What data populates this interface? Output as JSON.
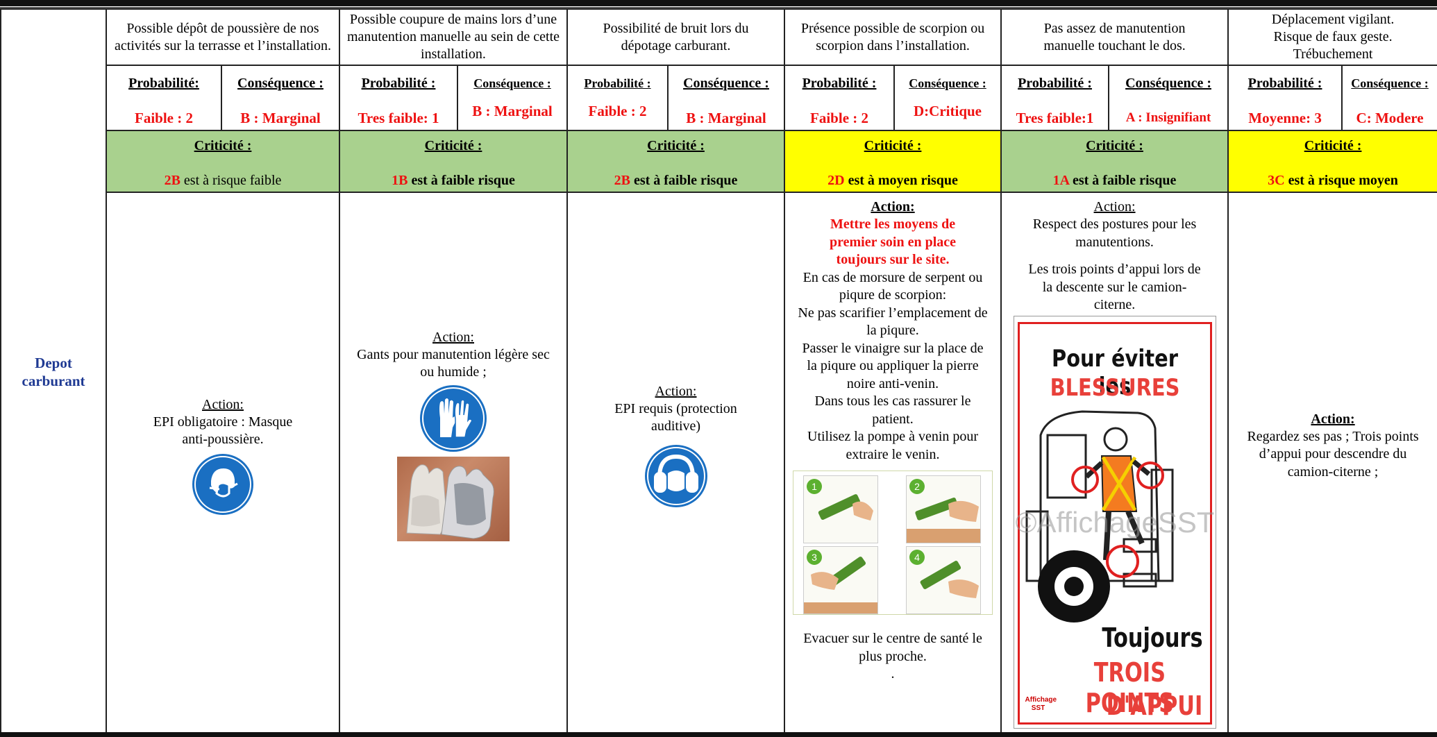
{
  "row_label": "Depot\ncarburant",
  "columns": [
    {
      "hazard": "Possible dépôt de poussière de nos activités sur la terrasse et l’installation.",
      "probability_label": "Probabilité:",
      "probability_value": "Faible : 2",
      "consequence_label": "Conséquence :",
      "consequence_value": "B : Marginal",
      "criticality_label": "Criticité :",
      "criticality_code": "2B",
      "criticality_text": " est à risque faible",
      "criticality_color": "#a9d18e",
      "action_title": "Action:",
      "action_text": "EPI obligatoire : Masque anti-poussière.",
      "icon": "dust-mask-icon"
    },
    {
      "hazard": "Possible coupure de mains lors d’une manutention manuelle au sein de cette installation.",
      "probability_label": "Probabilité :",
      "probability_value": "Tres faible: 1",
      "consequence_label": "Conséquence :",
      "consequence_value": "B : Marginal",
      "criticality_label": "Criticité :",
      "criticality_code": "1B",
      "criticality_text": " est à faible risque",
      "criticality_color": "#a9d18e",
      "action_title": "Action:",
      "action_text": "Gants pour manutention légère sec ou humide ;",
      "icon": "gloves-icon"
    },
    {
      "hazard": "Possibilité de bruit lors du dépotage carburant.",
      "probability_label": "Probabilité :",
      "probability_value": "Faible : 2",
      "consequence_label": "Conséquence :",
      "consequence_value": "B : Marginal",
      "criticality_label": "Criticité :",
      "criticality_code": "2B",
      "criticality_text": " est à faible risque",
      "criticality_color": "#a9d18e",
      "action_title": "Action:",
      "action_text": "EPI requis (protection auditive)",
      "icon": "ear-protection-icon"
    },
    {
      "hazard": "Présence possible de scorpion ou scorpion dans l’installation.",
      "probability_label": "Probabilité :",
      "probability_value": "Faible : 2",
      "consequence_label": "Conséquence :",
      "consequence_value": "D:Critique",
      "criticality_label": "Criticité :",
      "criticality_code": "2D",
      "criticality_text": " est à moyen risque",
      "criticality_color": "#ffff00",
      "action_title": "Action:",
      "action_highlight": "Mettre les moyens de premier soin en place toujours sur le site.",
      "action_lines": [
        "En cas de morsure de serpent ou piqure de scorpion:",
        "Ne pas scarifier l’emplacement de la piqure.",
        "Passer le vinaigre sur la place de la piqure ou appliquer la pierre noire anti-venin.",
        "Dans tous les cas rassurer le patient.",
        "Utilisez la pompe à venin pour extraire le venin."
      ],
      "pump_steps": [
        "1",
        "2",
        "3",
        "4"
      ],
      "action_footer": "Evacuer sur le centre de santé le plus proche.",
      "action_footer_dot": "."
    },
    {
      "hazard": "Pas assez de manutention manuelle touchant le dos.",
      "probability_label": "Probabilité :",
      "probability_value": "Tres faible:1",
      "consequence_label": "Conséquence :",
      "consequence_value": "A : Insignifiant",
      "criticality_label": "Criticité :",
      "criticality_code": "1A",
      "criticality_text": " est à faible risque",
      "criticality_color": "#a9d18e",
      "action_title": "Action:",
      "action_text_1": "Respect des postures pour les manutentions.",
      "action_text_2": "Les trois points d’appui lors de la descente sur le camion-citerne.",
      "poster": {
        "line1": "Pour éviter les",
        "line2": "BLESSURES",
        "line3": "Toujours",
        "line4": "TROIS POINTS",
        "line5": "D'APPUI",
        "watermark": "©AffichageSST",
        "logo": "Affichage SST"
      }
    },
    {
      "hazard": "Déplacement vigilant. Risque de faux geste. Trébuchement",
      "probability_label": "Probabilité :",
      "probability_value": "Moyenne: 3",
      "consequence_label": "Conséquence :",
      "consequence_value": "C: Modere",
      "criticality_label": "Criticité :",
      "criticality_code": "3C",
      "criticality_text": " est à risque moyen",
      "criticality_color": "#ffff00",
      "action_title": "Action:",
      "action_text": "Regardez ses pas ; Trois points d’appui pour descendre du camion-citerne ;"
    }
  ],
  "colors": {
    "red": "#ee1111",
    "label_blue": "#1f3a93",
    "icon_blue": "#1a6fc2"
  }
}
